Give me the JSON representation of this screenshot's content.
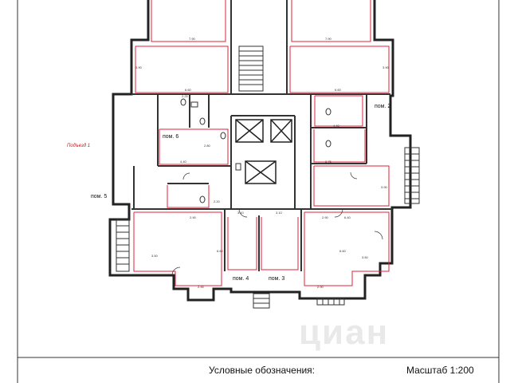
{
  "labels": {
    "entrance": "Подъезд 1",
    "room_6": "пом. 6",
    "room_5": "пом. 5",
    "room_2": "пом. 2",
    "room_4": "пом. 4",
    "room_3": "пом. 3",
    "legend_title": "Условные обозначения:",
    "scale": "Масштаб 1:200"
  },
  "dimensions": {
    "d1": "7.90",
    "d2": "7.90",
    "d3": "3.90",
    "d4": "3.90",
    "d5": "6.60",
    "d6": "6.60",
    "d7": "4.40",
    "d8": "2.80",
    "d9": "4.40",
    "d10": "2.75",
    "d11": "3.90",
    "d12": "2.90",
    "d13": "3.10",
    "d14": "3.10",
    "d15": "6.40",
    "d16": "2.90",
    "d17": "6.60",
    "d18": "6.60",
    "d19": "3.50",
    "d20": "3.50",
    "d21": "2.90",
    "d22": "2.90",
    "d23": "2.20",
    "d24": "2.25"
  },
  "watermark": "циан",
  "colors": {
    "wall": "#222222",
    "room_outline": "#e0203a",
    "background": "#ffffff"
  }
}
